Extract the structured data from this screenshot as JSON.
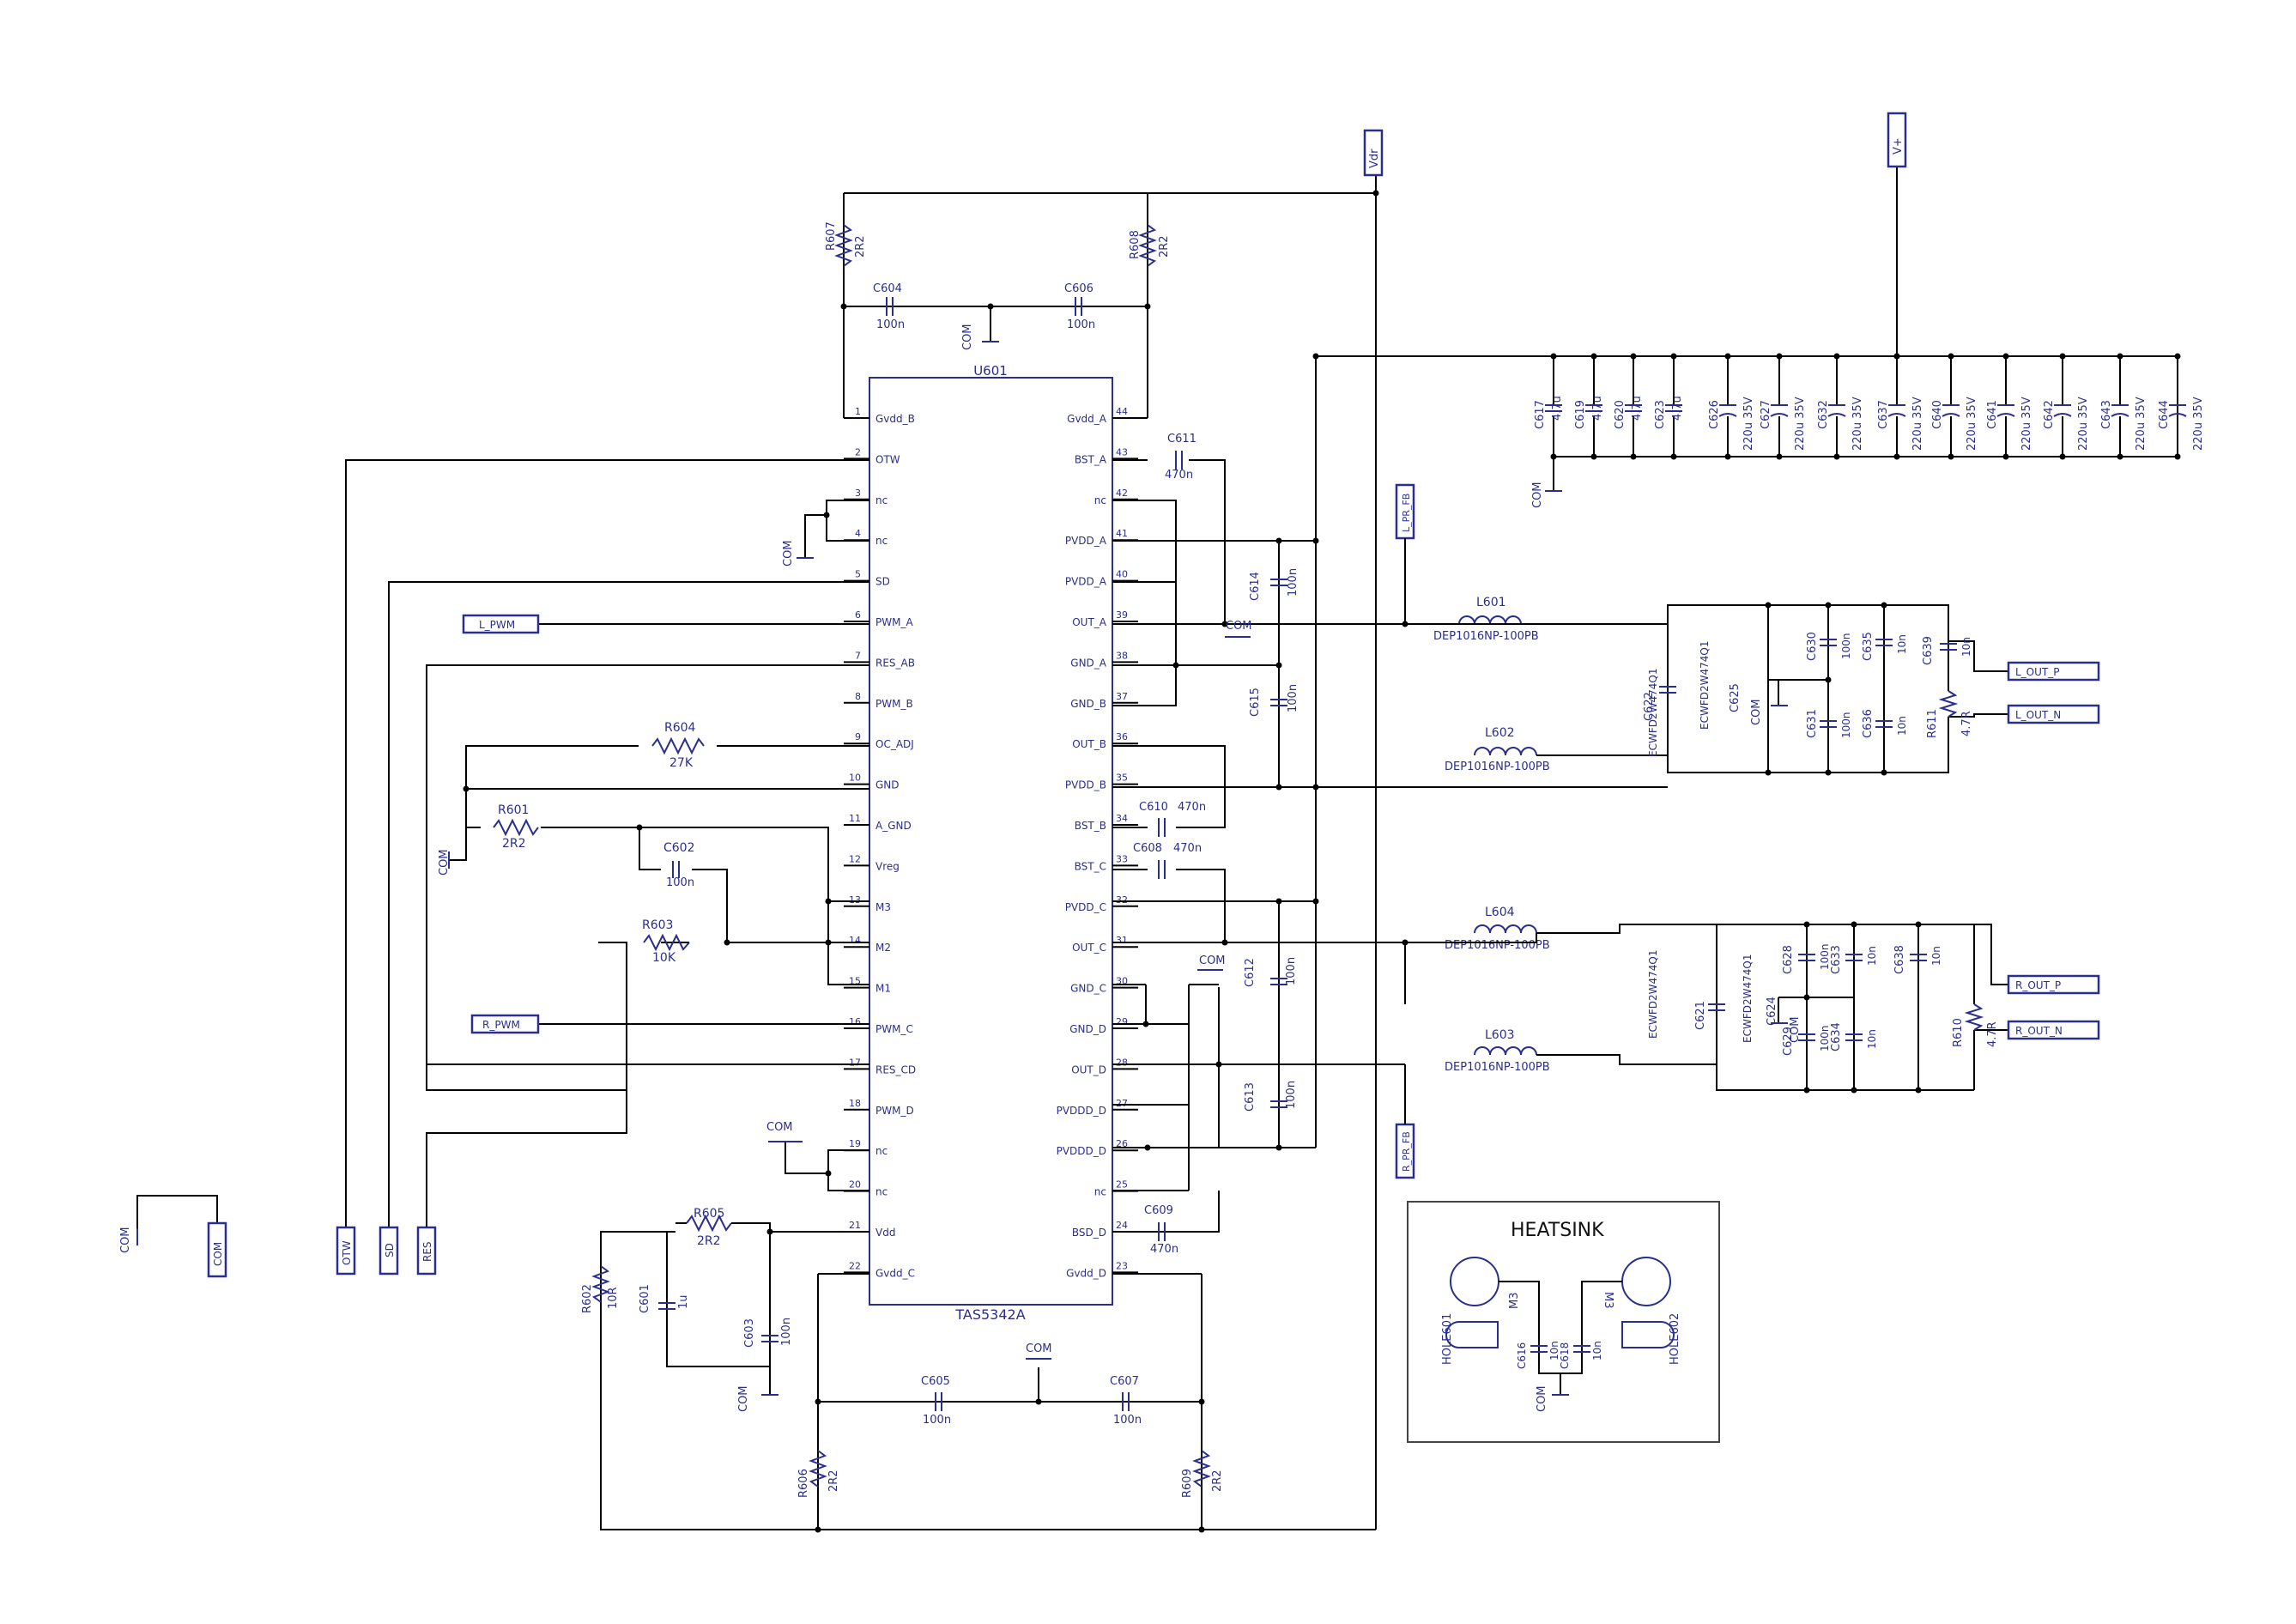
{
  "chip": {
    "ref": "U601",
    "part": "TAS5342A",
    "left_pins": [
      {
        "num": "1",
        "name": "Gvdd_B"
      },
      {
        "num": "2",
        "name": "OTW"
      },
      {
        "num": "3",
        "name": "nc"
      },
      {
        "num": "4",
        "name": "nc"
      },
      {
        "num": "5",
        "name": "SD"
      },
      {
        "num": "6",
        "name": "PWM_A"
      },
      {
        "num": "7",
        "name": "RES_AB"
      },
      {
        "num": "8",
        "name": "PWM_B"
      },
      {
        "num": "9",
        "name": "OC_ADJ"
      },
      {
        "num": "10",
        "name": "GND"
      },
      {
        "num": "11",
        "name": "A_GND"
      },
      {
        "num": "12",
        "name": "Vreg"
      },
      {
        "num": "13",
        "name": "M3"
      },
      {
        "num": "14",
        "name": "M2"
      },
      {
        "num": "15",
        "name": "M1"
      },
      {
        "num": "16",
        "name": "PWM_C"
      },
      {
        "num": "17",
        "name": "RES_CD"
      },
      {
        "num": "18",
        "name": "PWM_D"
      },
      {
        "num": "19",
        "name": "nc"
      },
      {
        "num": "20",
        "name": "nc"
      },
      {
        "num": "21",
        "name": "Vdd"
      },
      {
        "num": "22",
        "name": "Gvdd_C"
      }
    ],
    "right_pins": [
      {
        "num": "44",
        "name": "Gvdd_A"
      },
      {
        "num": "43",
        "name": "BST_A"
      },
      {
        "num": "42",
        "name": "nc"
      },
      {
        "num": "41",
        "name": "PVDD_A"
      },
      {
        "num": "40",
        "name": "PVDD_A"
      },
      {
        "num": "39",
        "name": "OUT_A"
      },
      {
        "num": "38",
        "name": "GND_A"
      },
      {
        "num": "37",
        "name": "GND_B"
      },
      {
        "num": "36",
        "name": "OUT_B"
      },
      {
        "num": "35",
        "name": "PVDD_B"
      },
      {
        "num": "34",
        "name": "BST_B"
      },
      {
        "num": "33",
        "name": "BST_C"
      },
      {
        "num": "32",
        "name": "PVDD_C"
      },
      {
        "num": "31",
        "name": "OUT_C"
      },
      {
        "num": "30",
        "name": "GND_C"
      },
      {
        "num": "29",
        "name": "GND_D"
      },
      {
        "num": "28",
        "name": "OUT_D"
      },
      {
        "num": "27",
        "name": "PVDDD_D"
      },
      {
        "num": "26",
        "name": "PVDDD_D"
      },
      {
        "num": "25",
        "name": "nc"
      },
      {
        "num": "24",
        "name": "BSD_D"
      },
      {
        "num": "23",
        "name": "Gvdd_D"
      }
    ]
  },
  "ports": {
    "vdr": "Vdr",
    "vplus": "V+",
    "l_pwm": "L_PWM",
    "r_pwm": "R_PWM",
    "l_pr_fb": "L_PR_FB",
    "r_pr_fb": "R_PR_FB",
    "l_out_p": "L_OUT_P",
    "l_out_n": "L_OUT_N",
    "r_out_p": "R_OUT_P",
    "r_out_n": "R_OUT_N",
    "otw": "OTW",
    "sd": "SD",
    "res": "RES",
    "com_box": "COM",
    "com": "COM"
  },
  "parts": {
    "r607": {
      "ref": "R607",
      "val": "2R2"
    },
    "r608": {
      "ref": "R608",
      "val": "2R2"
    },
    "c604": {
      "ref": "C604",
      "val": "100n"
    },
    "c606": {
      "ref": "C606",
      "val": "100n"
    },
    "c611": {
      "ref": "C611",
      "val": "470n"
    },
    "c614": {
      "ref": "C614",
      "val": "100n"
    },
    "c615": {
      "ref": "C615",
      "val": "100n"
    },
    "c610": {
      "ref": "C610",
      "val": "470n"
    },
    "c608": {
      "ref": "C608",
      "val": "470n"
    },
    "c612": {
      "ref": "C612",
      "val": "100n"
    },
    "c613": {
      "ref": "C613",
      "val": "100n"
    },
    "c609": {
      "ref": "C609",
      "val": "470n"
    },
    "r604": {
      "ref": "R604",
      "val": "27K"
    },
    "r601": {
      "ref": "R601",
      "val": "2R2"
    },
    "c602": {
      "ref": "C602",
      "val": "100n"
    },
    "r603": {
      "ref": "R603",
      "val": "10K"
    },
    "r605": {
      "ref": "R605",
      "val": "2R2"
    },
    "r602": {
      "ref": "R602",
      "val": "10R"
    },
    "c601": {
      "ref": "C601",
      "val": "1u"
    },
    "c603": {
      "ref": "C603",
      "val": "100n"
    },
    "c605": {
      "ref": "C605",
      "val": "100n"
    },
    "c607": {
      "ref": "C607",
      "val": "100n"
    },
    "r606": {
      "ref": "R606",
      "val": "2R2"
    },
    "r609": {
      "ref": "R609",
      "val": "2R2"
    },
    "l601": {
      "ref": "L601",
      "val": "DEP1016NP-100PB"
    },
    "l602": {
      "ref": "L602",
      "val": "DEP1016NP-100PB"
    },
    "l604": {
      "ref": "L604",
      "val": "DEP1016NP-100PB"
    },
    "l603": {
      "ref": "L603",
      "val": "DEP1016NP-100PB"
    },
    "c622": {
      "ref": "C622",
      "val": "ECWFD2W474Q1"
    },
    "c625": {
      "ref": "C625",
      "val": ""
    },
    "c630": {
      "ref": "C630",
      "val": "100n"
    },
    "c631": {
      "ref": "C631",
      "val": "100n"
    },
    "c635": {
      "ref": "C635",
      "val": "10n"
    },
    "c636": {
      "ref": "C636",
      "val": "10n"
    },
    "c639": {
      "ref": "C639",
      "val": "10n"
    },
    "r611": {
      "ref": "R611",
      "val": "4.7R"
    },
    "c621": {
      "ref": "C621",
      "val": "ECWFD2W474Q1"
    },
    "c624": {
      "ref": "C624",
      "val": ""
    },
    "c628": {
      "ref": "C628",
      "val": "100n"
    },
    "c629": {
      "ref": "C629",
      "val": "100n"
    },
    "c633": {
      "ref": "C633",
      "val": "10n"
    },
    "c634": {
      "ref": "C634",
      "val": "10n"
    },
    "c638": {
      "ref": "C638",
      "val": "10n"
    },
    "r610": {
      "ref": "R610",
      "val": "4.7R"
    },
    "c616": {
      "ref": "C616",
      "val": "10n"
    },
    "c618": {
      "ref": "C618",
      "val": "10n"
    }
  },
  "bulk_caps": [
    {
      "ref": "C617",
      "val": "4.7u"
    },
    {
      "ref": "C619",
      "val": "4.7u"
    },
    {
      "ref": "C620",
      "val": "4.7u"
    },
    {
      "ref": "C623",
      "val": "4.7u"
    },
    {
      "ref": "C626",
      "val": "220u 35V"
    },
    {
      "ref": "C627",
      "val": "220u 35V"
    },
    {
      "ref": "C632",
      "val": "220u 35V"
    },
    {
      "ref": "C637",
      "val": "220u 35V"
    },
    {
      "ref": "C640",
      "val": "220u 35V"
    },
    {
      "ref": "C641",
      "val": "220u 35V"
    },
    {
      "ref": "C642",
      "val": "220u 35V"
    },
    {
      "ref": "C643",
      "val": "220u 35V"
    },
    {
      "ref": "C644",
      "val": "220u 35V"
    }
  ],
  "heatsink": {
    "title": "HEATSINK",
    "hole1": "HOLE601",
    "hole2": "HOLE602",
    "m3a": "M3",
    "m3b": "M3"
  }
}
